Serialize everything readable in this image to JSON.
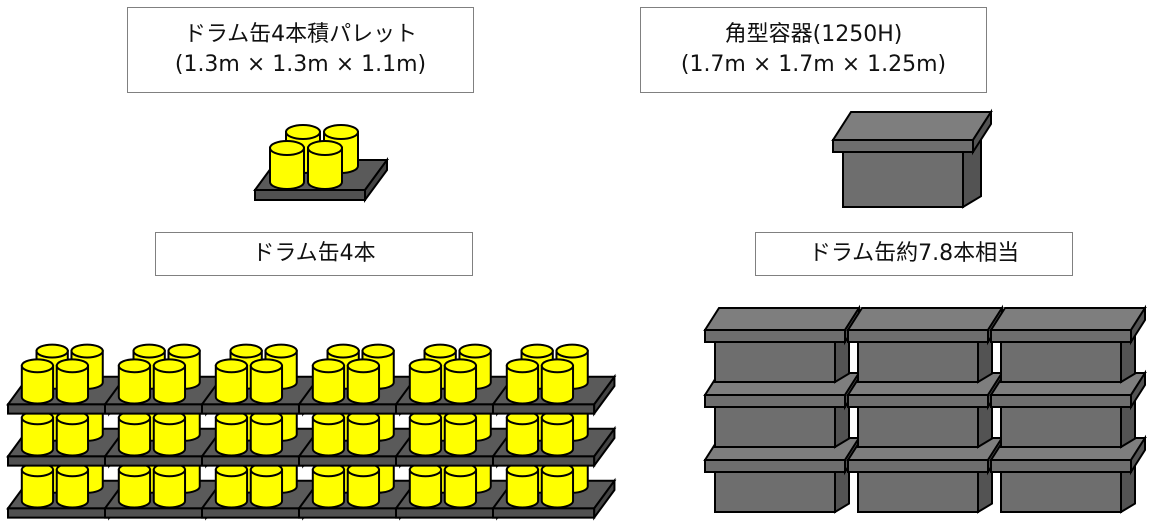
{
  "left": {
    "title_line1": "ドラム缶4本積パレット",
    "title_line2": "(1.3m × 1.3m × 1.1m)",
    "caption": "ドラム缶4本"
  },
  "right": {
    "title_line1": "角型容器(1250H)",
    "title_line2": "(1.7m × 1.7m × 1.25m)",
    "caption": "ドラム缶約7.8本相当"
  },
  "colors": {
    "drum_fill": "#ffff00",
    "pallet_fill": "#5a5a5a",
    "container_fill": "#6e6e6e",
    "outline": "#000000"
  }
}
